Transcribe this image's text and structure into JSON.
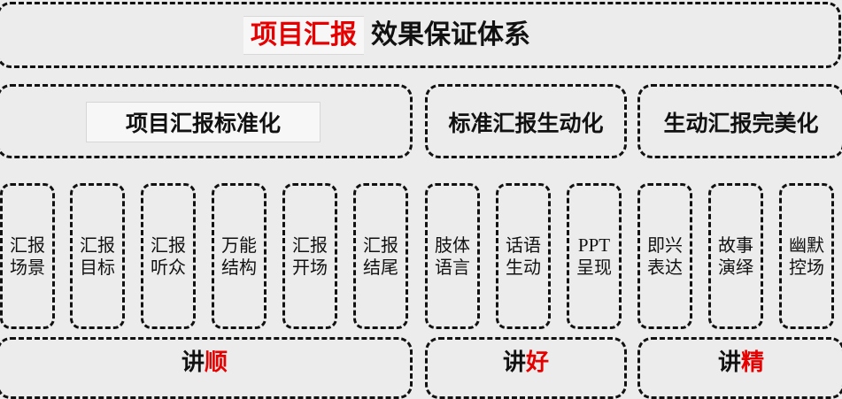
{
  "title": {
    "highlight": "项目汇报",
    "rest": "效果保证体系"
  },
  "level2": [
    {
      "label": "项目汇报标准化"
    },
    {
      "label": "标准汇报生动化"
    },
    {
      "label": "生动汇报完美化"
    }
  ],
  "items": [
    {
      "line1": "汇报",
      "line2": "场景"
    },
    {
      "line1": "汇报",
      "line2": "目标"
    },
    {
      "line1": "汇报",
      "line2": "听众"
    },
    {
      "line1": "万能",
      "line2": "结构"
    },
    {
      "line1": "汇报",
      "line2": "开场"
    },
    {
      "line1": "汇报",
      "line2": "结尾"
    },
    {
      "line1": "肢体",
      "line2": "语言"
    },
    {
      "line1": "话语",
      "line2": "生动"
    },
    {
      "line1": "PPT",
      "line2": "呈现"
    },
    {
      "line1": "即兴",
      "line2": "表达"
    },
    {
      "line1": "故事",
      "line2": "演绎"
    },
    {
      "line1": "幽默",
      "line2": "控场"
    }
  ],
  "bottom": [
    {
      "prefix": "讲",
      "highlight": "顺"
    },
    {
      "prefix": "讲",
      "highlight": "好"
    },
    {
      "prefix": "讲",
      "highlight": "精"
    }
  ],
  "colors": {
    "accent_red": "#e60000",
    "border": "#111111",
    "background": "#ececec"
  }
}
